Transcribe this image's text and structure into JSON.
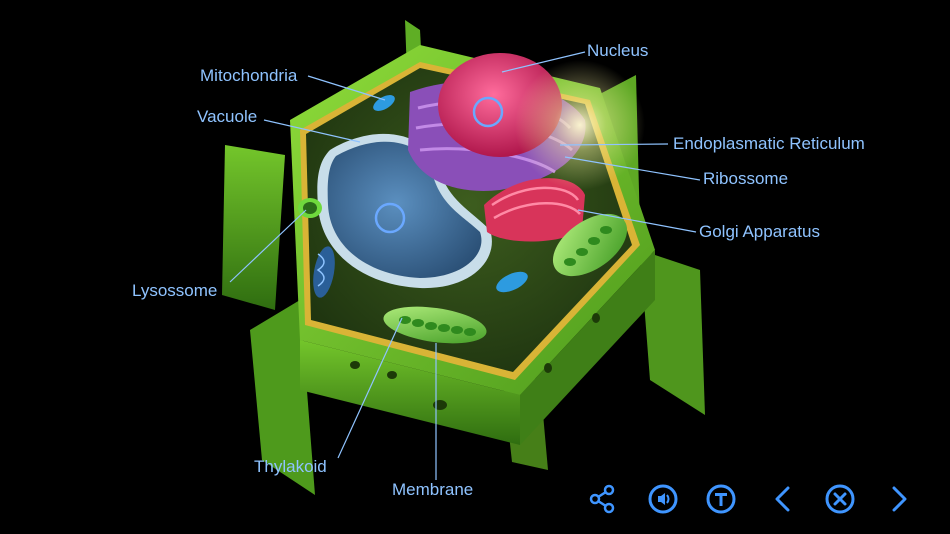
{
  "labels": {
    "mitochondria": "Mitochondria",
    "vacuole": "Vacuole",
    "lysossome": "Lysossome",
    "nucleus": "Nucleus",
    "endoplasmatic_reticulum": "Endoplasmatic Reticulum",
    "ribossome": "Ribossome",
    "golgi_apparatus": "Golgi Apparatus",
    "thylakoid": "Thylakoid",
    "membrane": "Membrane"
  },
  "toolbar": {
    "buttons": [
      {
        "icon": "share-icon"
      },
      {
        "icon": "audio-icon"
      },
      {
        "icon": "text-icon"
      },
      {
        "icon": "previous-icon"
      },
      {
        "icon": "close-icon"
      },
      {
        "icon": "next-icon"
      }
    ]
  },
  "colors": {
    "background": "#000000",
    "label": "#8fc3ff",
    "icon_glow": "#3f95ff",
    "cell_wall": "#6fbf2a",
    "nucleus": "#d8336b",
    "vacuole": "#3f6f9a",
    "golgi": "#d8345a",
    "er": "#8a4fb8",
    "chloroplast": "#66c43a"
  }
}
